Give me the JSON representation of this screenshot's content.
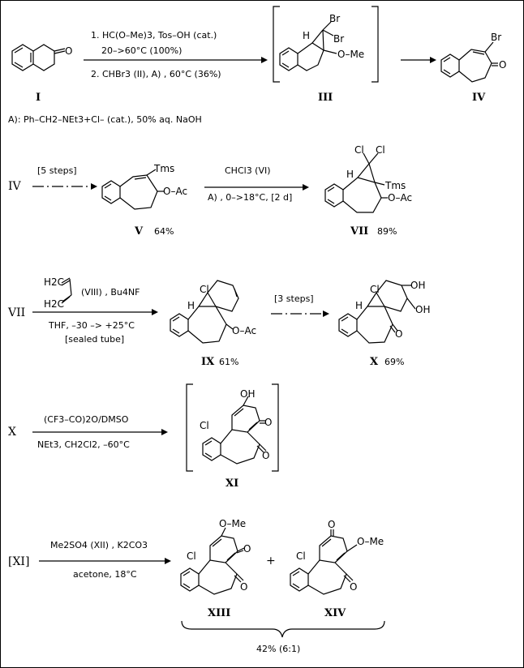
{
  "scheme": {
    "step1": {
      "reagent1": "1. HC(O–Me)3,  Tos–OH (cat.)",
      "condition1": "20–>60°C (100%)",
      "reagent2": "2. CHBr3   (II), A) , 60°C (36%)",
      "footnote": "A): Ph–CH2–NEt3+Cl– (cat.), 50% aq. NaOH",
      "labels": {
        "start": "I",
        "intermediate": "III",
        "product": "IV"
      }
    },
    "step2": {
      "start_label": "IV",
      "arrow1_text": "[5 steps]",
      "reagent": "CHCl3   (VI)",
      "condition": "A) , 0–>18°C, [2 d]",
      "labels": {
        "mid": "V",
        "mid_yield": "64%",
        "product": "VII",
        "product_yield": "89%"
      }
    },
    "step3": {
      "start_label": "VII",
      "reagent": "(VIII) , Bu4NF",
      "condition1": "THF,  –30 –> +25°C",
      "condition2": "[sealed  tube]",
      "arrow2_text": "[3 steps]",
      "labels": {
        "mid": "IX",
        "mid_yield": "61%",
        "product": "X",
        "product_yield": "69%"
      }
    },
    "step4": {
      "start_label": "X",
      "reagent": "(CF3–CO)2O/DMSO",
      "condition": "NEt3,  CH2Cl2,  –60°C",
      "labels": {
        "product": "XI"
      }
    },
    "step5": {
      "start_label": "[XI]",
      "reagent": "Me2SO4   (XII) , K2CO3",
      "condition": "acetone, 18°C",
      "plus": "+",
      "labels": {
        "p1": "XIII",
        "p2": "XIV"
      },
      "yield": "42% (6:1)"
    },
    "atoms": {
      "O": "O",
      "Br": "Br",
      "H": "H",
      "OMe": "O–Me",
      "Tms": "Tms",
      "OAc": "O–Ac",
      "Cl": "Cl",
      "OH": "OH",
      "butadiene_top": "H2C",
      "butadiene_bottom": "H2C"
    }
  }
}
